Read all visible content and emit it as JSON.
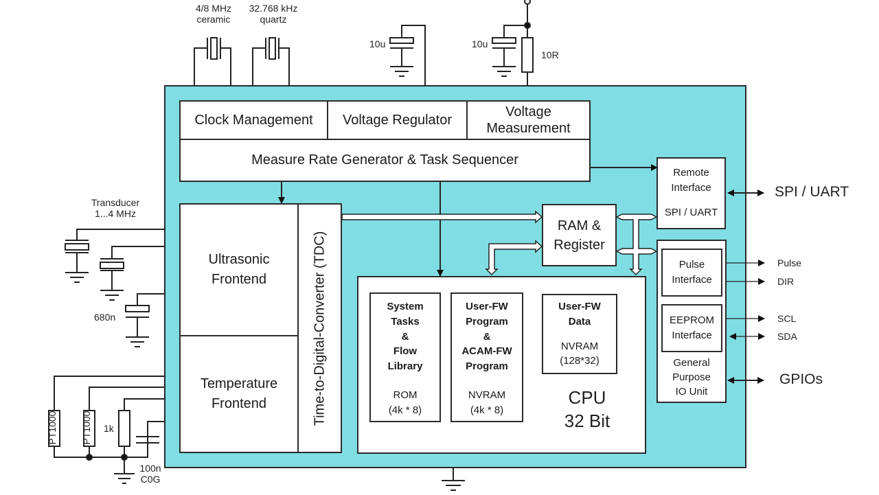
{
  "external": {
    "ceramic_resonator": [
      "4/8 MHz",
      "ceramic"
    ],
    "quartz_crystal": [
      "32.768 kHz",
      "quartz"
    ],
    "cap_a": "10u",
    "cap_b": "10u",
    "resistor_supply": "10R",
    "transducer": [
      "Transducer",
      "1...4 MHz"
    ],
    "cap_680n": "680n",
    "pt1000_a": "PT1000",
    "pt1000_b": "PT1000",
    "resistor_1k": "1k",
    "cap_100n": [
      "100n",
      "C0G"
    ]
  },
  "chip": {
    "color": "#7fdde3",
    "top_row": [
      "Clock Management",
      "Voltage Regulator",
      [
        "Voltage",
        "Measurement"
      ]
    ],
    "sequencer": "Measure Rate Generator & Task Sequencer",
    "ultrasonic": [
      "Ultrasonic",
      "Frontend"
    ],
    "temperature": [
      "Temperature",
      "Frontend"
    ],
    "tdc": "Time-to-Digital-Converter (TDC)",
    "ram": [
      "RAM &",
      "Register"
    ],
    "remote": [
      "Remote",
      "Interface",
      "SPI / UART"
    ],
    "pulse": [
      "Pulse",
      "Interface"
    ],
    "eeprom": [
      "EEPROM",
      "Interface"
    ],
    "gpio_unit": [
      "General",
      "Purpose",
      "IO Unit"
    ],
    "cpu": {
      "label": [
        "CPU",
        "32 Bit"
      ],
      "rom_block": [
        "System",
        "Tasks",
        "&",
        "Flow",
        "Library",
        "ROM",
        "(4k * 8)"
      ],
      "prog_block": [
        "User-FW",
        "Program",
        "&",
        "ACAM-FW",
        "Program",
        "NVRAM",
        "(4k * 8)"
      ],
      "data_block": [
        "User-FW",
        "Data",
        "NVRAM",
        "(128*32)"
      ]
    }
  },
  "signals": {
    "spi_uart": "SPI / UART",
    "pulse": "Pulse",
    "dir": "DIR",
    "scl": "SCL",
    "sda": "SDA",
    "gpios": "GPIOs"
  }
}
